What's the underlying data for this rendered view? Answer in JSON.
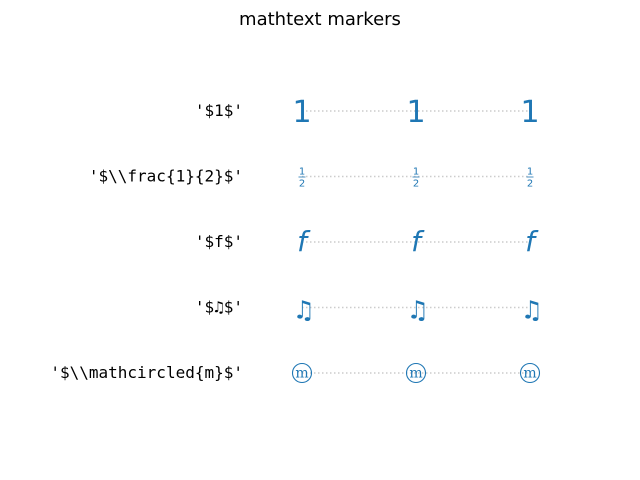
{
  "chart_data": {
    "type": "scatter",
    "title": "mathtext markers",
    "xlabel": "",
    "ylabel": "",
    "axes_visible": false,
    "grid": false,
    "marker_color": "#1f77b4",
    "line_color": "#cccccc",
    "line_style": "dotted",
    "x": [
      0,
      1,
      2
    ],
    "rows": [
      {
        "label": "'$1$'",
        "marker": "1"
      },
      {
        "label": "'$\\\\frac{1}{2}$'",
        "marker": "frac",
        "numerator": "1",
        "denominator": "2"
      },
      {
        "label": "'$f$'",
        "marker": "f"
      },
      {
        "label": "'$♫$'",
        "marker": "♫"
      },
      {
        "label": "'$\\\\mathcircled{m}$'",
        "marker": "circled",
        "inner": "m"
      }
    ]
  }
}
